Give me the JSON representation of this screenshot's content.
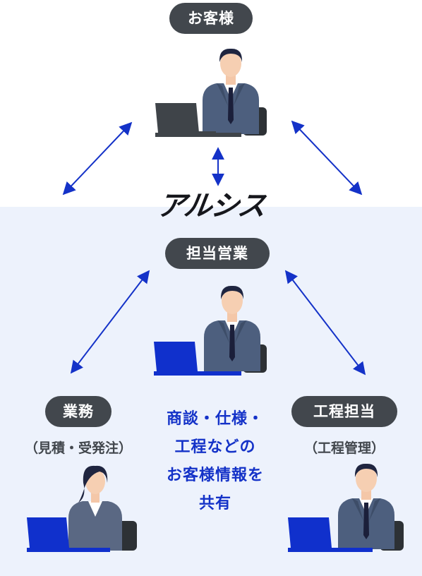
{
  "customer": {
    "label": "お客様"
  },
  "company": {
    "logo_text": "アルシス"
  },
  "sales": {
    "label": "担当営業"
  },
  "operations": {
    "label": "業務",
    "sublabel": "（見積・受発注）"
  },
  "process": {
    "label": "工程担当",
    "sublabel": "（工程管理）"
  },
  "shared_info": {
    "lines": [
      "商談・仕様・",
      "工程などの",
      "お客様情報を",
      "共有"
    ]
  },
  "colors": {
    "pill": "#42474d",
    "arrow": "#1432c8",
    "accent_text": "#1432c8",
    "company_background": "#edf2fc",
    "suit": "#4d5f7e",
    "laptop_blue": "#1030cc",
    "laptop_gray": "#3f4449"
  },
  "icons": [
    "person-at-laptop-icon",
    "double-arrow-icon"
  ]
}
